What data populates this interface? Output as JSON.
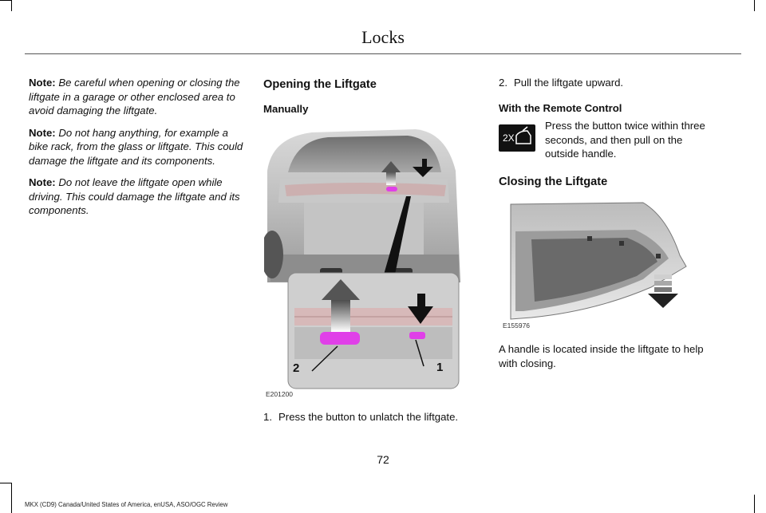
{
  "page": {
    "header": "Locks",
    "page_number": "72",
    "footer": "MKX (CD9) Canada/United States of America, enUSA, ASO/OGC Review"
  },
  "col1": {
    "notes": [
      {
        "label": "Note:",
        "text": " Be careful when opening or closing the liftgate in a garage or other enclosed area to avoid damaging the liftgate."
      },
      {
        "label": "Note:",
        "text": "  Do not hang anything, for example a bike rack, from the glass or liftgate.  This could damage the liftgate and its components."
      },
      {
        "label": "Note:",
        "text": "  Do not leave the liftgate open while driving.  This could damage the liftgate and its components."
      }
    ]
  },
  "col2": {
    "heading": "Opening the Liftgate",
    "subheading": "Manually",
    "figure_code": "E201200",
    "callout_1": "1",
    "callout_2": "2",
    "step1_num": "1.",
    "step1_text": "Press the button to unlatch the liftgate."
  },
  "col3": {
    "step2_num": "2.",
    "step2_text": "Pull the liftgate upward.",
    "remote_heading": "With the Remote Control",
    "remote_icon_label": "2X",
    "remote_text": "Press the button twice within three seconds, and then pull on the outside handle.",
    "closing_heading": "Closing the Liftgate",
    "figure_code": "E155976",
    "closing_text": "A handle is located inside the liftgate to help with closing."
  },
  "colors": {
    "highlight": "#e040e8",
    "arrow": "#111111"
  }
}
